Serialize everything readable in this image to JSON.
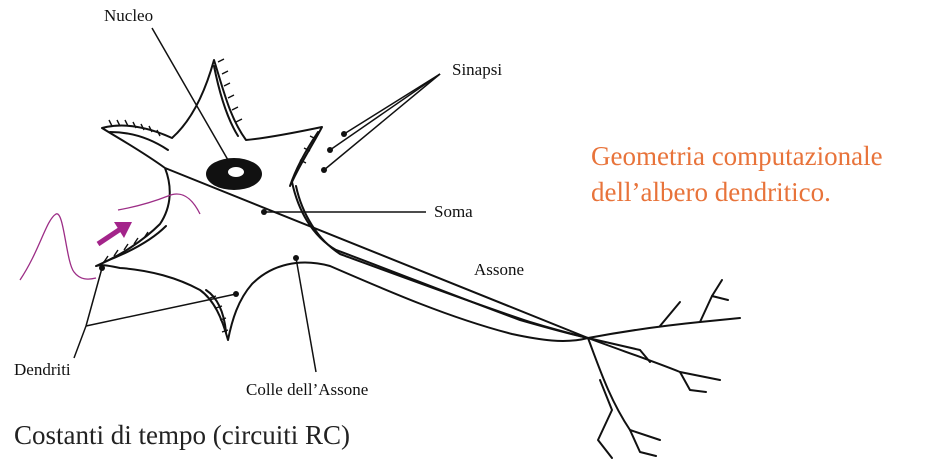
{
  "labels": {
    "nucleo": "Nucleo",
    "sinapsi": "Sinapsi",
    "soma": "Soma",
    "assone": "Assone",
    "dendriti": "Dendriti",
    "colle": "Colle dell’Assone"
  },
  "captions": {
    "geometry_line1": "Geometria computazionale",
    "geometry_line2": "dell’albero dendritico.",
    "time_constants": "Costanti di tempo (circuiti RC)"
  },
  "colors": {
    "outline": "#111111",
    "caption_accent": "#E8733A",
    "arrow": "#A3248A",
    "sketch": "#9C2D86"
  }
}
